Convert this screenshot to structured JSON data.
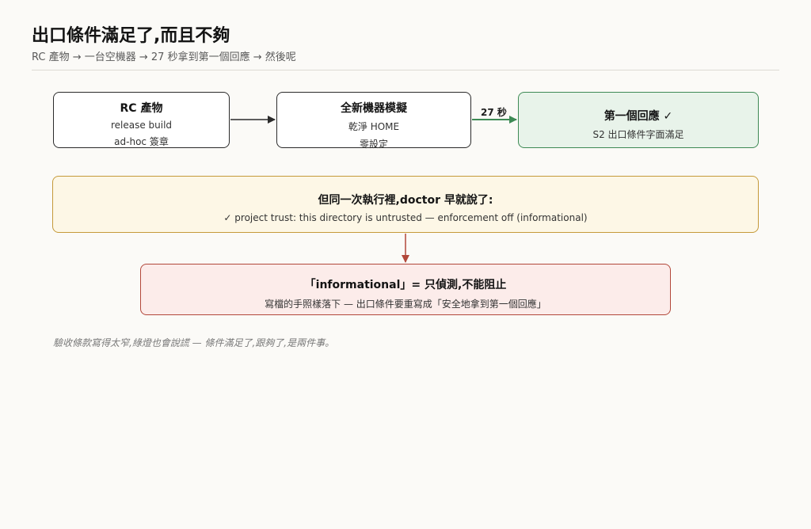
{
  "header": {
    "title": "出口條件滿足了,而且不夠",
    "subtitle": "RC 產物 → 一台空機器 → 27 秒拿到第一個回應 → 然後呢"
  },
  "diagram": {
    "nodes": {
      "rc": {
        "title": "RC 產物",
        "lines": [
          "release build",
          "ad-hoc 簽章"
        ]
      },
      "machine": {
        "title": "全新機器模擬",
        "lines": [
          "乾淨 HOME",
          "零設定"
        ]
      },
      "first": {
        "title": "第一個回應 ✓",
        "lines": [
          "S2 出口條件字面滿足"
        ]
      },
      "doctor": {
        "title": "但同一次執行裡,doctor 早就說了:",
        "lines": [
          "✓ project trust: this directory is untrusted — enforcement off (informational)"
        ]
      },
      "info": {
        "title": "「informational」= 只偵測,不能阻止",
        "lines": [
          "寫檔的手照樣落下 — 出口條件要重寫成「安全地拿到第一個回應」"
        ]
      }
    },
    "edges": [
      {
        "from": "rc",
        "to": "machine",
        "label": ""
      },
      {
        "from": "machine",
        "to": "first",
        "label": "27 秒"
      },
      {
        "from": "doctor",
        "to": "info",
        "label": ""
      }
    ],
    "colors": {
      "default_border": "#2b2b2b",
      "success_border": "#3e8a55",
      "success_fill": "#e8f3ea",
      "warning_border": "#c59a3a",
      "warning_fill": "#fdf7e6",
      "danger_border": "#b2473a",
      "danger_fill": "#fcecea"
    }
  },
  "footnote": "驗收條款寫得太窄,綠燈也會說謊 — 條件滿足了,跟夠了,是兩件事。"
}
